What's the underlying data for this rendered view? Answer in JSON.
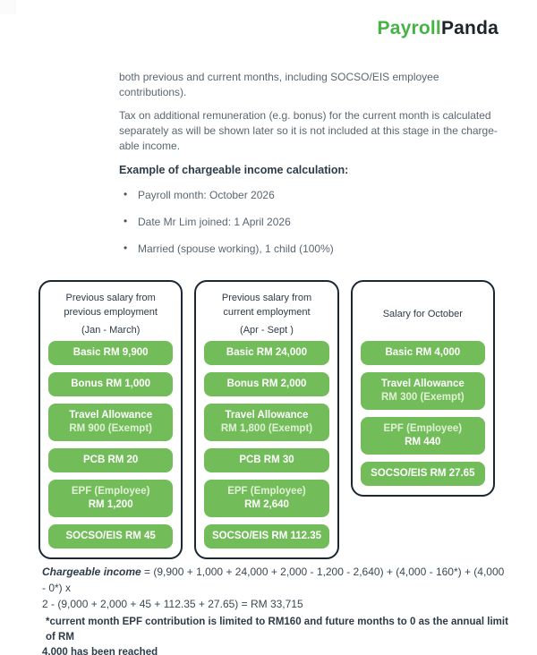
{
  "logo": {
    "payroll": "Payroll",
    "panda": "Panda"
  },
  "paragraphs": {
    "p1_lines": [
      "both previous and current months, including SOCSO/EIS employee",
      "contributions)."
    ],
    "p2_lines": [
      "Tax on additional remuneration (e.g. bonus) for the current month is calculated",
      "separately as will be shown later so it is not included at this stage in the charge-",
      "able income."
    ]
  },
  "heading": "Example of chargeable income calculation:",
  "bullets": [
    "Payroll month: October 2026",
    "Date Mr Lim joined: 1 April 2026",
    "Married (spouse working), 1 child (100%)"
  ],
  "columns": [
    {
      "title_lines": [
        "Previous salary from",
        "previous employment"
      ],
      "subtitle": "(Jan - March)",
      "boxes": [
        {
          "lines": [
            "Basic RM 9,900"
          ]
        },
        {
          "lines": [
            "Bonus RM 1,000"
          ]
        },
        {
          "lines": [
            "Travel Allowance",
            "RM 900 (Exempt)"
          ]
        },
        {
          "lines": [
            "PCB RM 20"
          ]
        },
        {
          "lines": [
            "EPF (Employee)",
            "RM 1,200"
          ]
        },
        {
          "lines": [
            "SOCSO/EIS RM 45"
          ]
        }
      ]
    },
    {
      "title_lines": [
        "Previous salary from",
        "current employment"
      ],
      "subtitle": "(Apr - Sept )",
      "boxes": [
        {
          "lines": [
            "Basic RM 24,000"
          ]
        },
        {
          "lines": [
            "Bonus RM 2,000"
          ]
        },
        {
          "lines": [
            "Travel Allowance",
            "RM 1,800 (Exempt)"
          ]
        },
        {
          "lines": [
            "PCB RM 30"
          ]
        },
        {
          "lines": [
            "EPF (Employee)",
            "RM 2,640"
          ]
        },
        {
          "lines": [
            "SOCSO/EIS RM 112.35"
          ]
        }
      ]
    },
    {
      "title_lines": [
        "Salary for October"
      ],
      "boxes": [
        {
          "lines": [
            "Basic RM 4,000"
          ]
        },
        {
          "lines": [
            "Travel Allowance",
            "RM 300 (Exempt)"
          ]
        },
        {
          "lines": [
            "EPF (Employee)",
            "RM 440"
          ]
        },
        {
          "lines": [
            "SOCSO/EIS RM 27.65"
          ]
        }
      ]
    }
  ],
  "formula": {
    "label": "Chargeable income",
    "line1_rest": " = (9,900 + 1,000 + 24,000 + 2,000 - 1,200 - 2,640) + (4,000 - 160*) + (4,000 - 0*) x",
    "line2": "2 - (9,000 + 2,000 + 45 + 112.35 + 27.65) = RM 33,715"
  },
  "footnote_lines": [
    "*current month EPF contribution is limited to RM160 and future months to 0 as the annual limit of RM",
    "4,000 has been reached"
  ],
  "colors": {
    "brand_green": "#45b445",
    "box_green": "#72bd5a",
    "card_border": "#1b2733",
    "body_text": "#5b6670"
  }
}
